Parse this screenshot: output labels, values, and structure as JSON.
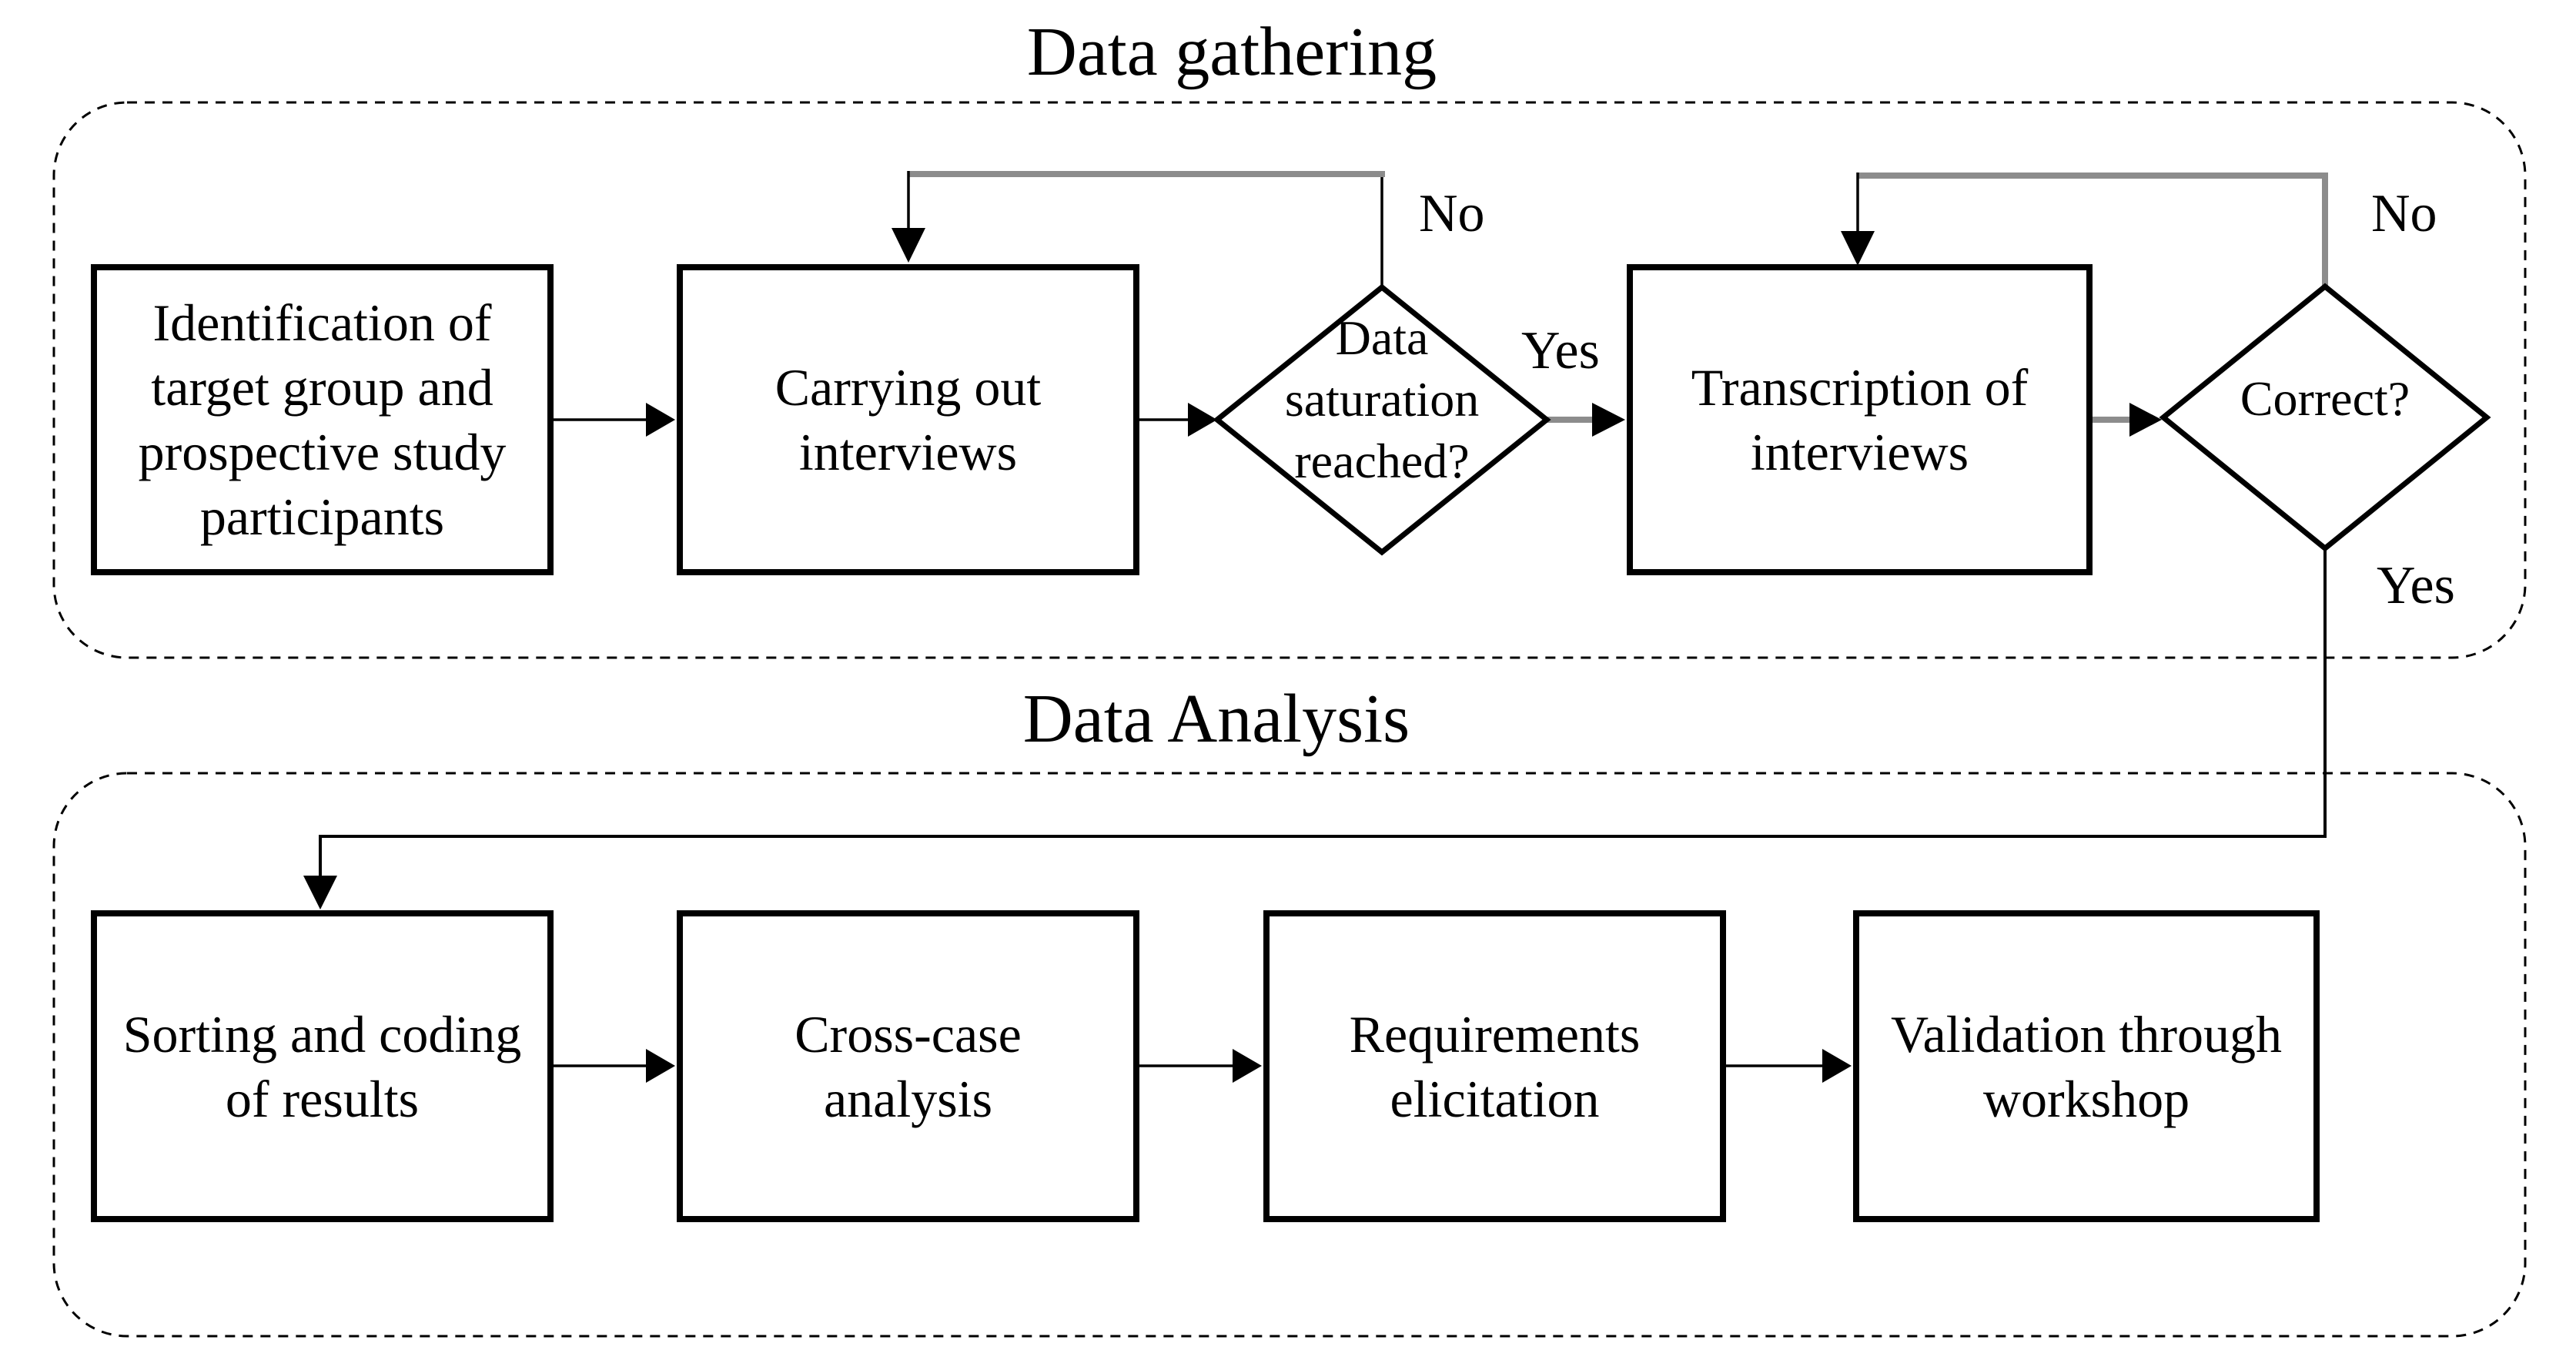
{
  "diagram": {
    "type": "flowchart",
    "colors": {
      "line": "#000000",
      "loop_line_gray": "#8c8c8c",
      "background": "#ffffff"
    },
    "gathering": {
      "title": "Data gathering",
      "nodes": {
        "identification": "Identification of\ntarget group and\nprospective study\nparticipants",
        "carrying_out": "Carrying out\ninterviews",
        "saturation_decision": "Data\nsaturation\nreached?",
        "transcription": "Transcription of\ninterviews",
        "correct_decision": "Correct?"
      },
      "edge_labels": {
        "saturation_no": "No",
        "saturation_yes": "Yes",
        "correct_no": "No",
        "correct_yes": "Yes"
      }
    },
    "analysis": {
      "title": "Data Analysis",
      "nodes": {
        "sorting": "Sorting and coding\nof results",
        "cross_case": "Cross-case\nanalysis",
        "requirements": "Requirements\nelicitation",
        "validation": "Validation through\nworkshop"
      }
    }
  }
}
